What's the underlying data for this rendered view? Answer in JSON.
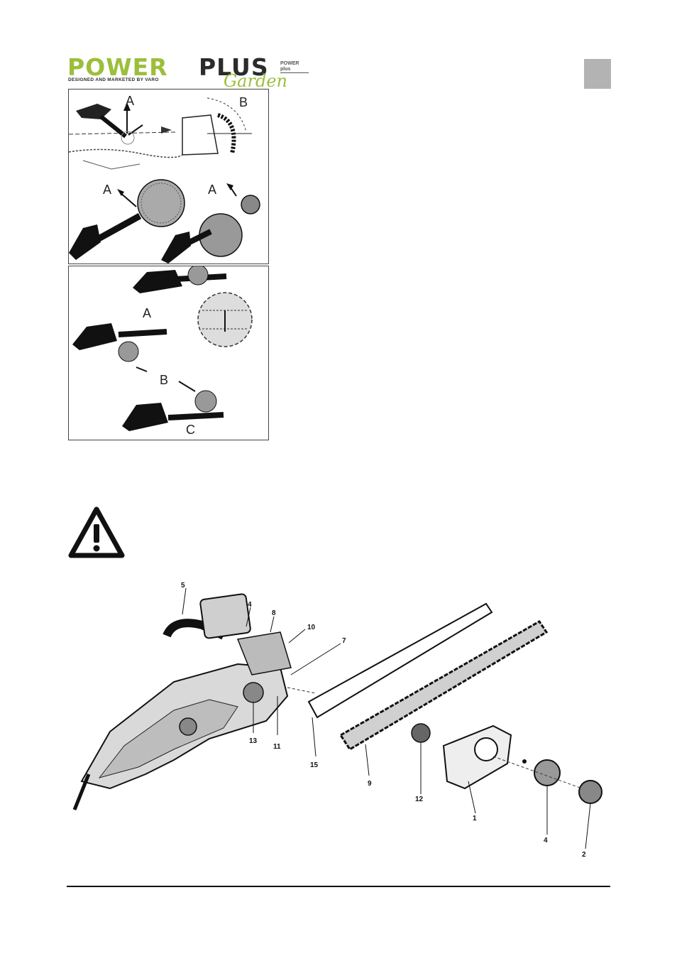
{
  "header": {
    "logo": {
      "word_left": "POWER",
      "word_right": "PLUS",
      "script": "Garden",
      "tagline": "DESIGNED AND MARKETED BY VARO",
      "mini_mark": "POWER plus"
    },
    "colors": {
      "brand_green": "#9cbf3b",
      "brand_dark": "#2b2b2b",
      "corner_box": "#b3b3b3"
    }
  },
  "figure_top": {
    "labels": {
      "a1": "A",
      "b": "B",
      "a2": "A",
      "a3": "A"
    }
  },
  "figure_bottom": {
    "labels": {
      "a": "A",
      "b": "B",
      "c": "C"
    }
  },
  "warning": {
    "icon": "warning-triangle-icon"
  },
  "exploded_view": {
    "part_numbers": {
      "p5": "5",
      "p4_top": "4",
      "p8": "8",
      "p10": "10",
      "p7": "7",
      "p13": "13",
      "p11": "11",
      "p15": "15",
      "p9": "9",
      "p12": "12",
      "p1": "1",
      "p4_bottom": "4",
      "p2": "2"
    }
  }
}
